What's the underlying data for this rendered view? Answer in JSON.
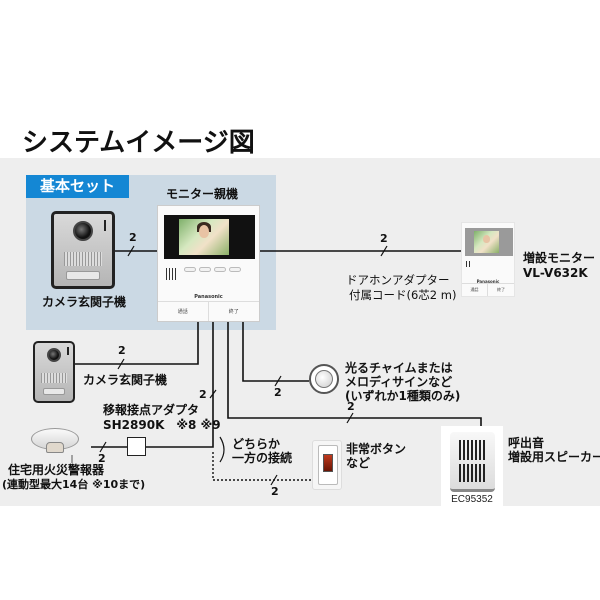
{
  "title": "システムイメージ図",
  "basic_set": {
    "tag": "基本セット",
    "monitor_label": "モニター親機",
    "camera_label": "カメラ玄関子機",
    "monitor_buttons": [
      "通話",
      "終了"
    ],
    "brand": "Panasonic"
  },
  "additional_monitor": {
    "label_line1": "増設モニター",
    "label_line2": "VL-V632K",
    "cable_line1": "ドアホンアダプター",
    "cable_line2": "付属コード(6芯2 m)"
  },
  "extra_camera": {
    "label": "カメラ玄関子機"
  },
  "chime": {
    "line1": "光るチャイムまたは",
    "line2": "メロディサインなど",
    "line3": "(いずれか1種類のみ)"
  },
  "adapter": {
    "line1": "移報接点アダプタ",
    "line2": "SH2890K　※8 ※9"
  },
  "fire_alarm": {
    "line1": "住宅用火災警報器",
    "line2": "(連動型最大14台 ※10まで)"
  },
  "either_connection": {
    "line1": "どちらか",
    "line2": "一方の接続"
  },
  "emergency_button": {
    "line1": "非常ボタン",
    "line2": "など"
  },
  "speaker": {
    "line1": "呼出音",
    "line2": "増設用スピーカー",
    "model": "EC95352"
  },
  "wire_counts": {
    "camera_to_monitor": "2",
    "monitor_to_sub_monitor": "2",
    "extra_camera": "2",
    "chime": "2",
    "speaker": "2",
    "adapter_branch": "2",
    "fire_alarm": "2",
    "emergency": "2"
  },
  "colors": {
    "accent": "#1487d4",
    "basic_set_bg": "#cbd9e4",
    "panel_bg": "#eeeeee"
  }
}
